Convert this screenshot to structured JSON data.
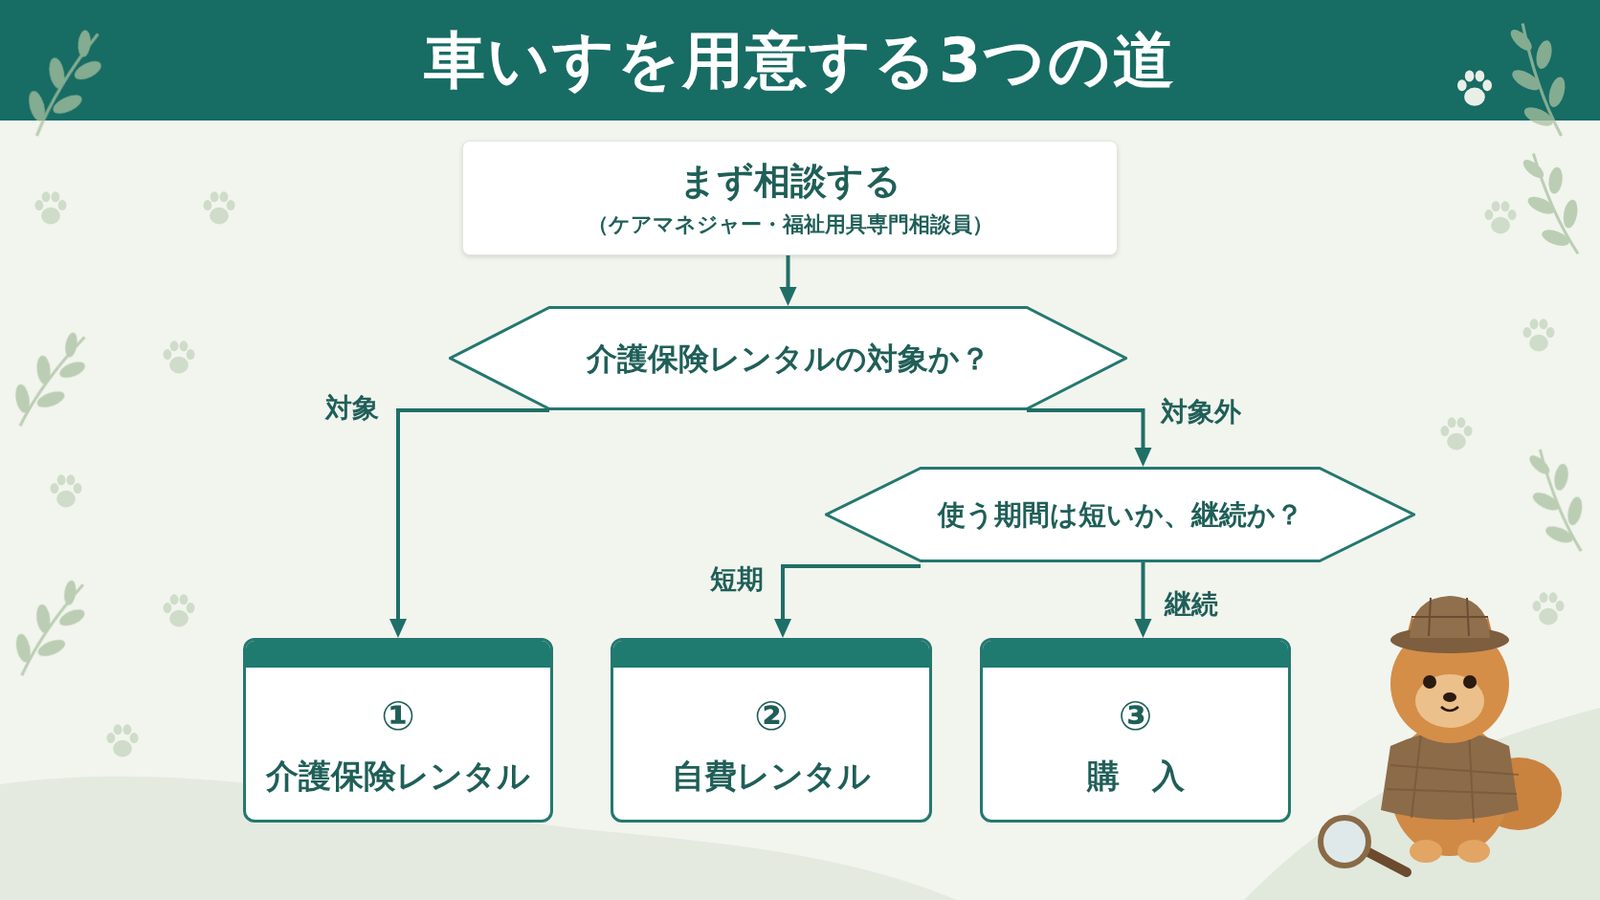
{
  "diagram": {
    "title": "車いすを用意する3つの道",
    "nodes": [
      {
        "text": [
          "まず相談する",
          "（ケアマネジャー・福祉用具専門相談員）"
        ]
      },
      {
        "text": [
          "介護保険レンタルの対象か？"
        ]
      },
      {
        "text": [
          "使う期間は短いか、継続か？"
        ]
      },
      {
        "text": [
          "①",
          "介護保険レンタル"
        ]
      },
      {
        "text": [
          "②",
          "自費レンタル"
        ]
      },
      {
        "text": [
          "③",
          "購　入"
        ]
      }
    ],
    "edges": [
      {
        "from": 0,
        "to": 1,
        "arrow": "to"
      },
      {
        "from": 1,
        "to": 3,
        "label": "対象",
        "arrow": "to"
      },
      {
        "from": 1,
        "to": 2,
        "label": "対象外",
        "arrow": "to"
      },
      {
        "from": 2,
        "to": 4,
        "label": "短期",
        "arrow": "to"
      },
      {
        "from": 2,
        "to": 5,
        "label": "継続",
        "arrow": "to"
      }
    ]
  }
}
